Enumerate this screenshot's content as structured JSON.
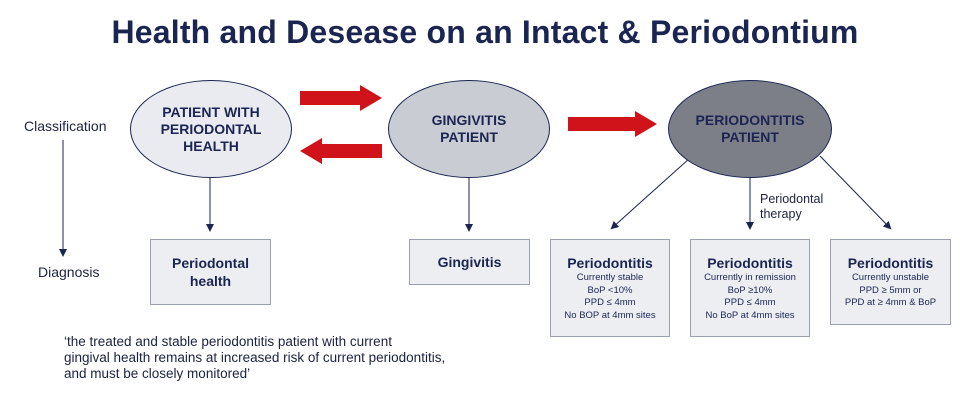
{
  "title": "Health and Desease on an Intact & Periodontium",
  "labels": {
    "classification": "Classification",
    "diagnosis": "Diagnosis"
  },
  "classification": {
    "healthy": "PATIENT WITH\nPERIODONTAL\nHEALTH",
    "gingivitis": "GINGIVITIS\nPATIENT",
    "periodontitis": "PERIODONTITIS\nPATIENT"
  },
  "therapy_label": [
    "Periodontal",
    "therapy"
  ],
  "diagnosis": {
    "health": {
      "title": "Periodontal\nhealth"
    },
    "gingivitis": {
      "title": "Gingivitis"
    },
    "stable": {
      "title": "Periodontitis",
      "details": [
        "Currently stable",
        "BoP <10%",
        "PPD ≤ 4mm",
        "No BOP at 4mm sites"
      ]
    },
    "remission": {
      "title": "Periodontitis",
      "details": [
        "Currently in remission",
        "BoP ≥10%",
        "PPD ≤ 4mm",
        "No BoP at 4mm sites"
      ]
    },
    "unstable": {
      "title": "Periodontitis",
      "details": [
        "Currently unstable",
        "PPD ≥ 5mm or",
        "PPD at ≥ 4mm & BoP"
      ]
    }
  },
  "quote": [
    "‘the treated and stable periodontitis patient with current",
    "gingival health remains at increased risk of current periodontitis,",
    "and must be closely monitored’"
  ],
  "colors": {
    "title": "#1b2552",
    "red_arrow": "#d0121b",
    "ellipse_light": "#e9ebf0",
    "ellipse_mid": "#c9ccd3",
    "ellipse_dark": "#7c7f88",
    "box_fill": "#eceef2"
  }
}
